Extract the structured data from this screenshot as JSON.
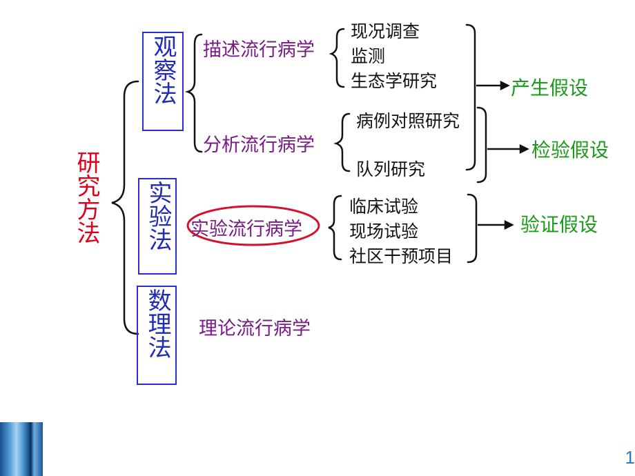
{
  "root": "研究方法",
  "methods": {
    "observation": "观察法",
    "experiment": "实验法",
    "mathematical": "数理法"
  },
  "branches": {
    "descriptive": "描述流行病学",
    "analytic": "分析流行病学",
    "experimental": "实验流行病学",
    "theoretical": "理论流行病学"
  },
  "descriptive_items": [
    "现况调查",
    "监测",
    "生态学研究"
  ],
  "analytic_items": [
    "病例对照研究",
    "队列研究"
  ],
  "experimental_items": [
    "临床试验",
    "现场试验",
    "社区干预项目"
  ],
  "outcomes": {
    "generate": "产生假设",
    "test": "检验假设",
    "verify": "验证假设"
  },
  "page_number": "1",
  "colors": {
    "root": "#e0001a",
    "box": "#2b2bd0",
    "branch": "#7a1a86",
    "outcome": "#1a9a1a",
    "highlight_ellipse": "#d4102a"
  }
}
